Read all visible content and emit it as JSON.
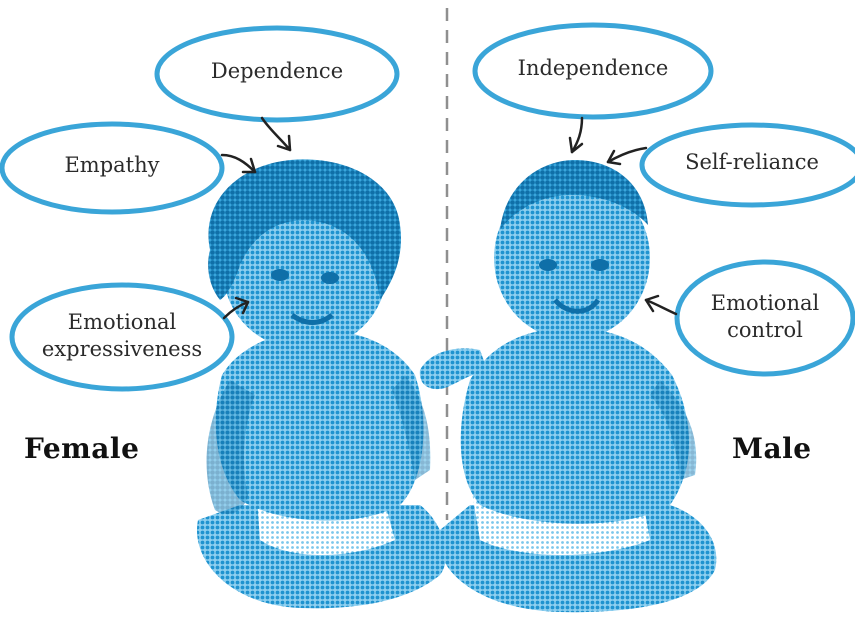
{
  "colors": {
    "bubble_outline": "#3aa5d8",
    "baby_tint": "#2b9fd6",
    "divider": "#8f8f8f",
    "text": "#2b2b2b",
    "label": "#111111"
  },
  "divider": {
    "style": "dashed"
  },
  "female": {
    "label": "Female",
    "traits": {
      "dependence": "Dependence",
      "empathy": "Empathy",
      "expressiveness_line1": "Emotional",
      "expressiveness_line2": "expressiveness"
    }
  },
  "male": {
    "label": "Male",
    "traits": {
      "independence": "Independence",
      "self_reliance": "Self-reliance",
      "control_line1": "Emotional",
      "control_line2": "control"
    }
  }
}
